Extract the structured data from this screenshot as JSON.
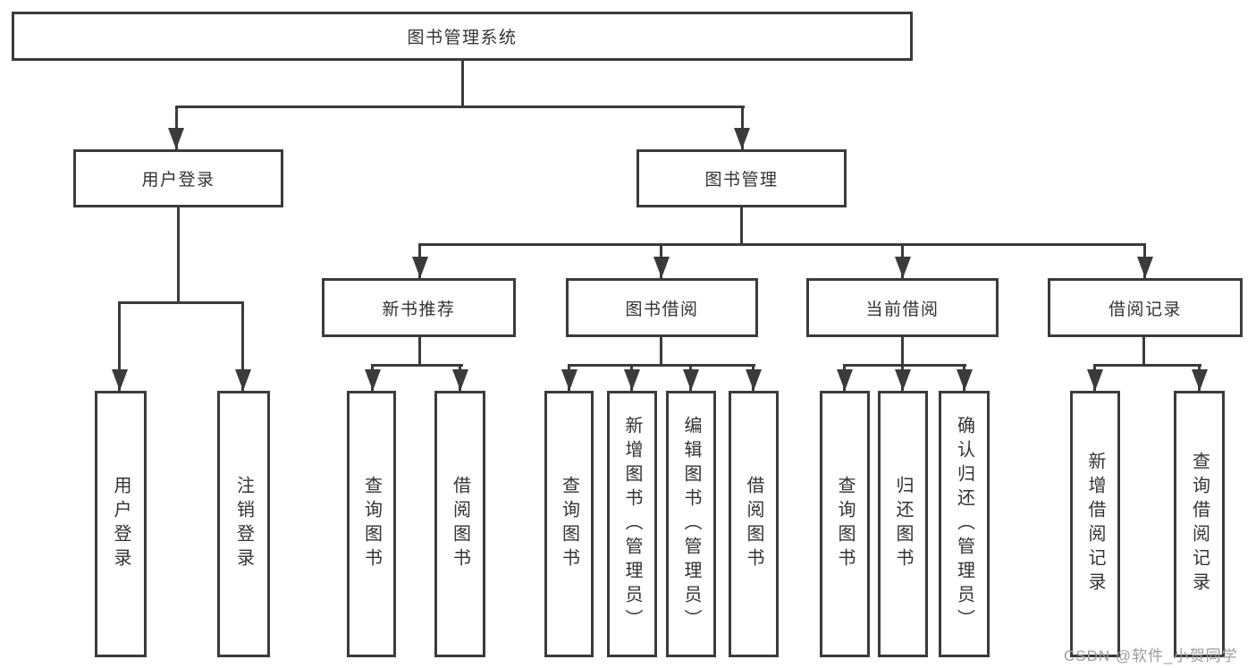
{
  "root": {
    "label": "图书管理系统"
  },
  "branches": {
    "login": {
      "label": "用户登录",
      "children": [
        "用户登录",
        "注销登录"
      ]
    },
    "management": {
      "label": "图书管理",
      "sections": [
        {
          "label": "新书推荐",
          "children": [
            "查询图书",
            "借阅图书"
          ]
        },
        {
          "label": "图书借阅",
          "children": [
            "查询图书",
            "新增图书（管理员）",
            "编辑图书（管理员）",
            "借阅图书"
          ]
        },
        {
          "label": "当前借阅",
          "children": [
            "查询图书",
            "归还图书",
            "确认归还（管理员）"
          ]
        },
        {
          "label": "借阅记录",
          "children": [
            "新增借阅记录",
            "查询借阅记录"
          ]
        }
      ]
    }
  },
  "watermark": "CSDN @软件_小贺同学",
  "colors": {
    "line": "#3b3b3b",
    "text": "#333333",
    "watermark": "#9b9ba3",
    "background": "#ffffff"
  }
}
